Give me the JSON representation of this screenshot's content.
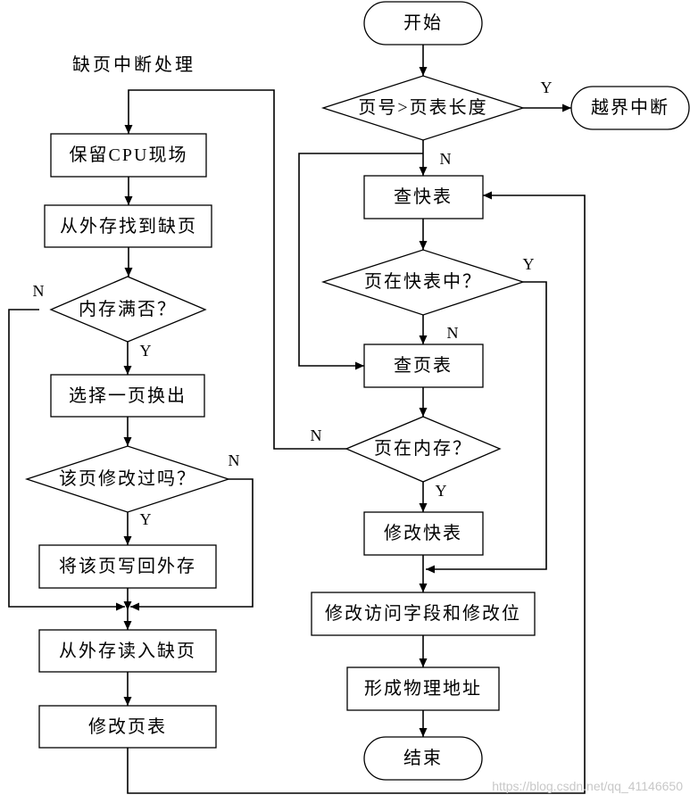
{
  "diagram": {
    "title": "缺页中断处理",
    "nodes": {
      "start": "开始",
      "check_page_length": "页号>页表长度",
      "out_of_bounds": "越界中断",
      "check_tlb": "查快表",
      "in_tlb": "页在快表中？",
      "check_page_table": "查页表",
      "in_memory": "页在内存？",
      "update_tlb": "修改快表",
      "update_bits": "修改访问字段和修改位",
      "form_address": "形成物理地址",
      "end": "结束",
      "save_cpu": "保留CPU现场",
      "find_page": "从外存找到缺页",
      "memory_full": "内存满否？",
      "select_page": "选择一页换出",
      "page_modified": "该页修改过吗？",
      "write_back": "将该页写回外存",
      "read_page": "从外存读入缺页",
      "update_page_table": "修改页表"
    },
    "edge_labels": {
      "page_length_yes": "Y",
      "page_length_no": "N",
      "in_tlb_yes": "Y",
      "in_tlb_no": "N",
      "in_memory_yes": "Y",
      "in_memory_no": "N",
      "memory_full_no": "N",
      "memory_full_yes": "Y",
      "page_modified_no": "N",
      "page_modified_yes": "Y"
    }
  },
  "watermark": "https://blog.csdn.net/qq_41146650"
}
